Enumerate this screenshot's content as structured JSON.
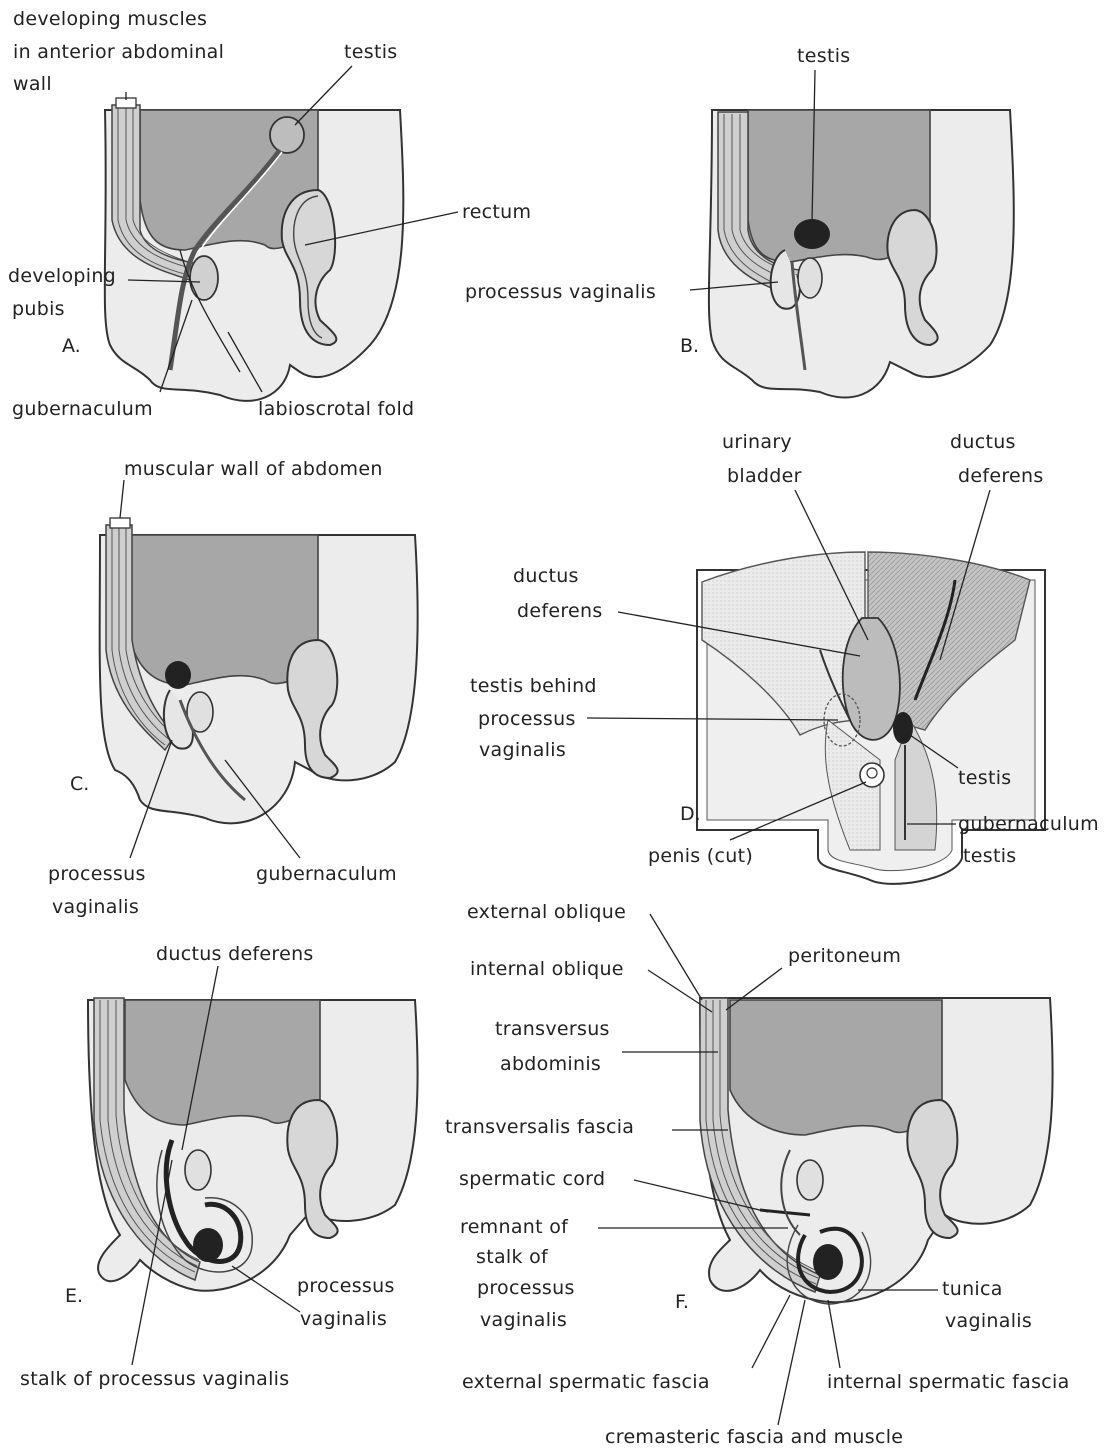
{
  "panels": {
    "A": {
      "letter": "A.",
      "labels": {
        "developing_muscles_1": "developing muscles",
        "developing_muscles_2": "in anterior abdominal",
        "developing_muscles_3": "wall",
        "testis": "testis",
        "rectum": "rectum",
        "developing_pubis_1": "developing",
        "developing_pubis_2": "pubis",
        "gubernaculum": "gubernaculum",
        "labioscrotal_fold": "labioscrotal fold"
      }
    },
    "B": {
      "letter": "B.",
      "labels": {
        "testis": "testis",
        "processus_vaginalis": "processus vaginalis"
      }
    },
    "C": {
      "letter": "C.",
      "labels": {
        "muscular_wall": "muscular wall of abdomen",
        "processus_1": "processus",
        "processus_2": "vaginalis",
        "gubernaculum": "gubernaculum"
      }
    },
    "D": {
      "letter": "D.",
      "labels": {
        "urinary_1": "urinary",
        "urinary_2": "bladder",
        "ductus_right_1": "ductus",
        "ductus_right_2": "deferens",
        "ductus_left_1": "ductus",
        "ductus_left_2": "deferens",
        "testis_behind_1": "testis behind",
        "testis_behind_2": "processus",
        "testis_behind_3": "vaginalis",
        "testis": "testis",
        "penis": "penis (cut)",
        "gubernaculum_1": "gubernaculum",
        "gubernaculum_2": "testis"
      }
    },
    "E": {
      "letter": "E.",
      "labels": {
        "ductus_deferens": "ductus  deferens",
        "processus_1": "processus",
        "processus_2": "vaginalis",
        "stalk": "stalk of  processus  vaginalis"
      }
    },
    "F": {
      "letter": "F.",
      "labels": {
        "external_oblique": "external oblique",
        "internal_oblique": "internal oblique",
        "peritoneum": "peritoneum",
        "transversus_1": "transversus",
        "transversus_2": "abdominis",
        "transversalis": "transversalis fascia",
        "spermatic_cord": "spermatic cord",
        "remnant_1": "remnant  of",
        "remnant_2": "stalk  of",
        "remnant_3": "processus",
        "remnant_4": "vaginalis",
        "tunica_1": "tunica",
        "tunica_2": "vaginalis",
        "external_spermatic": "external spermatic fascia",
        "internal_spermatic": "internal  spermatic  fascia",
        "cremasteric": "cremasteric  fascia  and  muscle"
      }
    }
  }
}
